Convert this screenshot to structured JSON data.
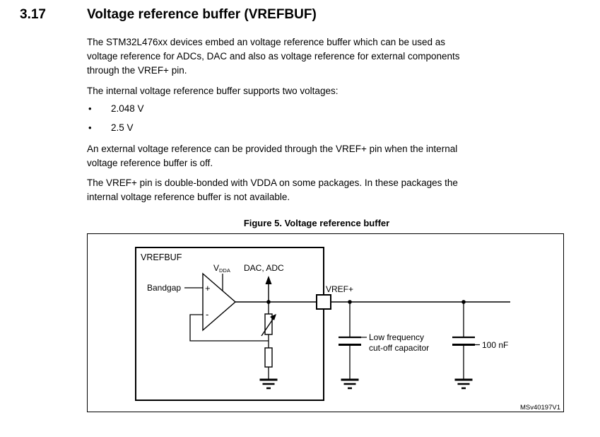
{
  "page": {
    "section_number": "3.17",
    "section_title": "Voltage reference buffer (VREFBUF)",
    "bullet_char": "•",
    "paragraphs": {
      "p1": [
        "The STM32L476xx devices embed an voltage reference buffer which can be used as",
        "voltage reference for ADCs, DAC and also as voltage reference for external components",
        "through the VREF+ pin."
      ],
      "p2": [
        "The internal voltage reference buffer supports two voltages:"
      ],
      "p3": [
        "An external voltage reference can be provided through the VREF+ pin when the internal",
        "voltage reference buffer is off."
      ],
      "p4": [
        "The VREF+ pin is double-bonded with VDDA on some packages. In these packages the",
        "internal voltage reference buffer is not available."
      ]
    },
    "bullets": [
      "2.048 V",
      "2.5 V"
    ]
  },
  "figure": {
    "caption": "Figure 5. Voltage reference buffer",
    "watermark": "MSv40197V1",
    "labels": {
      "block": "VREFBUF",
      "bandgap": "Bandgap",
      "vdda_main": "V",
      "vdda_sub": "DDA",
      "dac_adc": "DAC, ADC",
      "vref_pin": "VREF+",
      "opamp_plus": "+",
      "opamp_minus": "-",
      "cap1_line1": "Low frequency",
      "cap1_line2": "cut-off capacitor",
      "cap2_value": "100 nF"
    },
    "colors": {
      "line": "#000000",
      "background": "#ffffff"
    }
  }
}
